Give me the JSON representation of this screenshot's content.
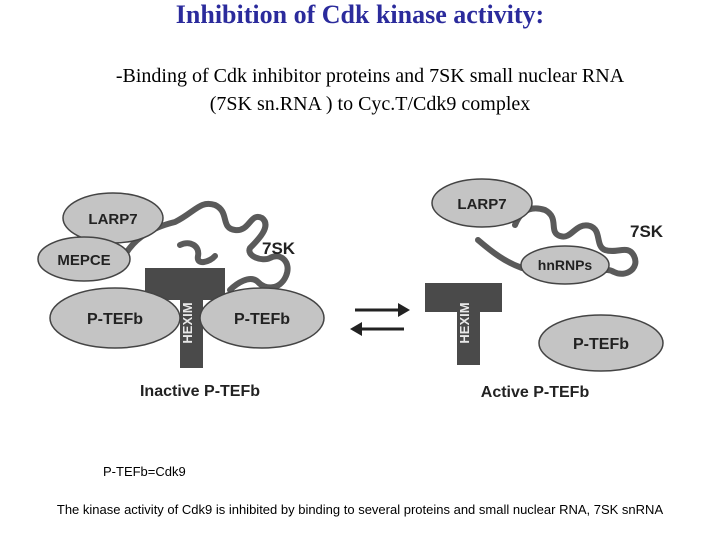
{
  "title": "Inhibition of Cdk kinase activity:",
  "subtitle_line1": "-Binding of Cdk inhibitor proteins and 7SK small nuclear RNA",
  "subtitle_line2": "(7SK sn.RNA ) to Cyc.T/Cdk9 complex",
  "inactive": {
    "larp7": "LARP7",
    "mepce": "MEPCE",
    "rna": "7SK",
    "hexim": "HEXIM",
    "ptefb_left": "P-TEFb",
    "ptefb_right": "P-TEFb",
    "caption": "Inactive P-TEFb"
  },
  "active": {
    "larp7": "LARP7",
    "rna": "7SK",
    "hnrnps": "hnRNPs",
    "hexim": "HEXIM",
    "ptefb": "P-TEFb",
    "caption": "Active P-TEFb"
  },
  "note": "P-TEFb=Cdk9",
  "footer": "The kinase activity of Cdk9 is inhibited by binding to several proteins and small nuclear RNA, 7SK snRNA",
  "colors": {
    "title": "#2b2b9c",
    "ellipse": "#c4c4c4",
    "hexim": "#4a4a4a",
    "rna": "#5a5a5a"
  },
  "icons": {
    "equilibrium": "equilibrium-arrows-icon"
  }
}
